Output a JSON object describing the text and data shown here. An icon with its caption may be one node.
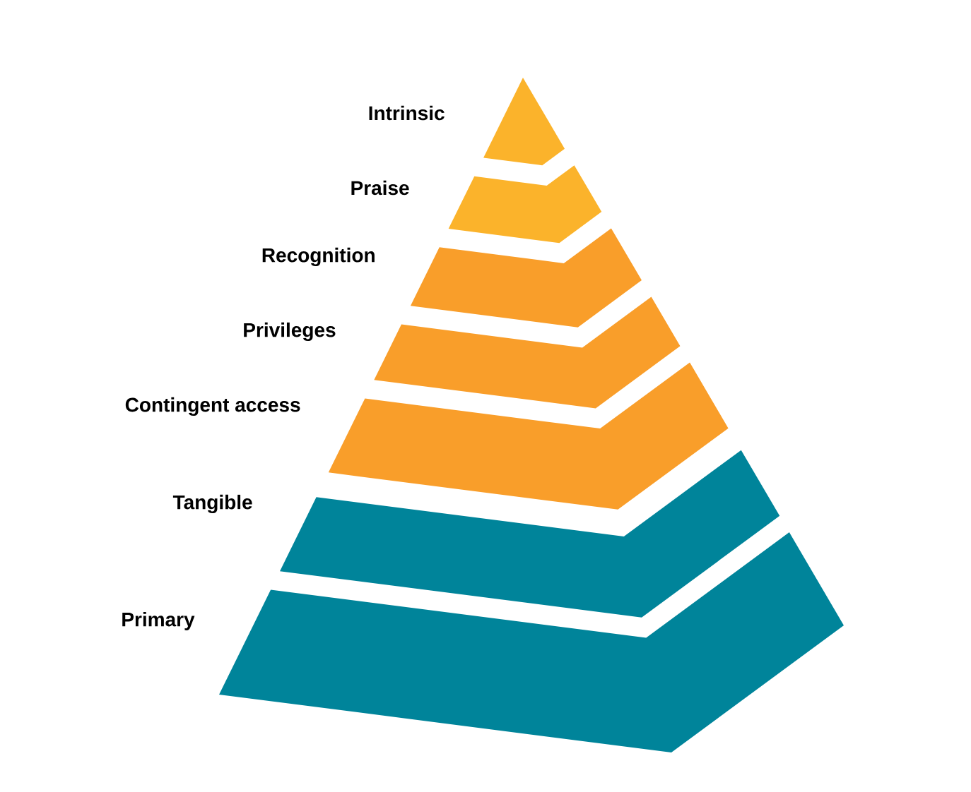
{
  "diagram": {
    "nodes": [
      {
        "text": [
          "Intrinsic"
        ]
      },
      {
        "text": [
          "Praise"
        ]
      },
      {
        "text": [
          "Recognition"
        ]
      },
      {
        "text": [
          "Privileges"
        ]
      },
      {
        "text": [
          "Contingent access"
        ]
      },
      {
        "text": [
          "Tangible"
        ]
      },
      {
        "text": [
          "Primary"
        ]
      }
    ]
  }
}
